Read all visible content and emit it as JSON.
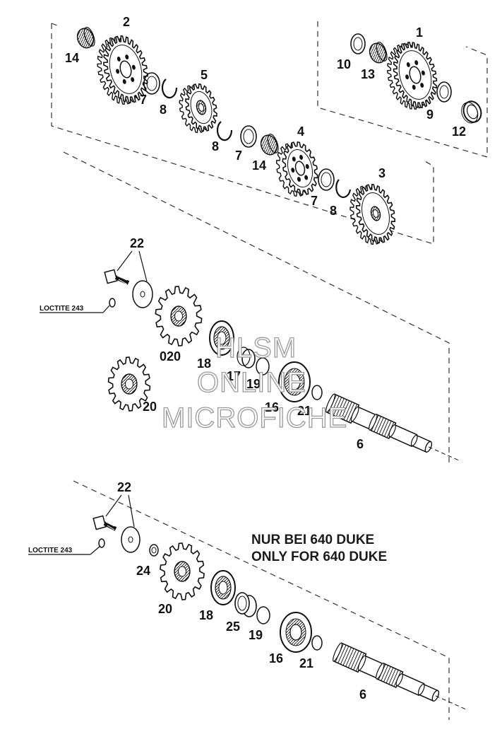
{
  "callouts": [
    {
      "id": "c1",
      "text": "1"
    },
    {
      "id": "c2",
      "text": "2"
    },
    {
      "id": "c3",
      "text": "3"
    },
    {
      "id": "c4",
      "text": "4"
    },
    {
      "id": "c5",
      "text": "5"
    },
    {
      "id": "c6a",
      "text": "6"
    },
    {
      "id": "c6b",
      "text": "6"
    },
    {
      "id": "c7a",
      "text": "7"
    },
    {
      "id": "c7b",
      "text": "7"
    },
    {
      "id": "c7c",
      "text": "7"
    },
    {
      "id": "c8a",
      "text": "8"
    },
    {
      "id": "c8b",
      "text": "8"
    },
    {
      "id": "c8c",
      "text": "8"
    },
    {
      "id": "c9",
      "text": "9"
    },
    {
      "id": "c10",
      "text": "10"
    },
    {
      "id": "c12",
      "text": "12"
    },
    {
      "id": "c13",
      "text": "13"
    },
    {
      "id": "c14a",
      "text": "14"
    },
    {
      "id": "c14b",
      "text": "14"
    },
    {
      "id": "c16a",
      "text": "16"
    },
    {
      "id": "c16b",
      "text": "16"
    },
    {
      "id": "c17",
      "text": "17"
    },
    {
      "id": "c18a",
      "text": "18"
    },
    {
      "id": "c18b",
      "text": "18"
    },
    {
      "id": "c19a",
      "text": "19"
    },
    {
      "id": "c19b",
      "text": "19"
    },
    {
      "id": "c020",
      "text": "020"
    },
    {
      "id": "c20a",
      "text": "20"
    },
    {
      "id": "c20b",
      "text": "20"
    },
    {
      "id": "c21a",
      "text": "21"
    },
    {
      "id": "c21b",
      "text": "21"
    },
    {
      "id": "c22a",
      "text": "22"
    },
    {
      "id": "c22b",
      "text": "22"
    },
    {
      "id": "c24",
      "text": "24"
    },
    {
      "id": "c25",
      "text": "25"
    }
  ],
  "loctite_labels": [
    "LOCTITE 243",
    "LOCTITE 243"
  ],
  "note": {
    "line1": "NUR BEI 640 DUKE",
    "line2": "ONLY FOR 640 DUKE"
  },
  "watermark": {
    "line1": "HLSM",
    "line2": "ONLINE",
    "line3": "MICROFICHE"
  }
}
